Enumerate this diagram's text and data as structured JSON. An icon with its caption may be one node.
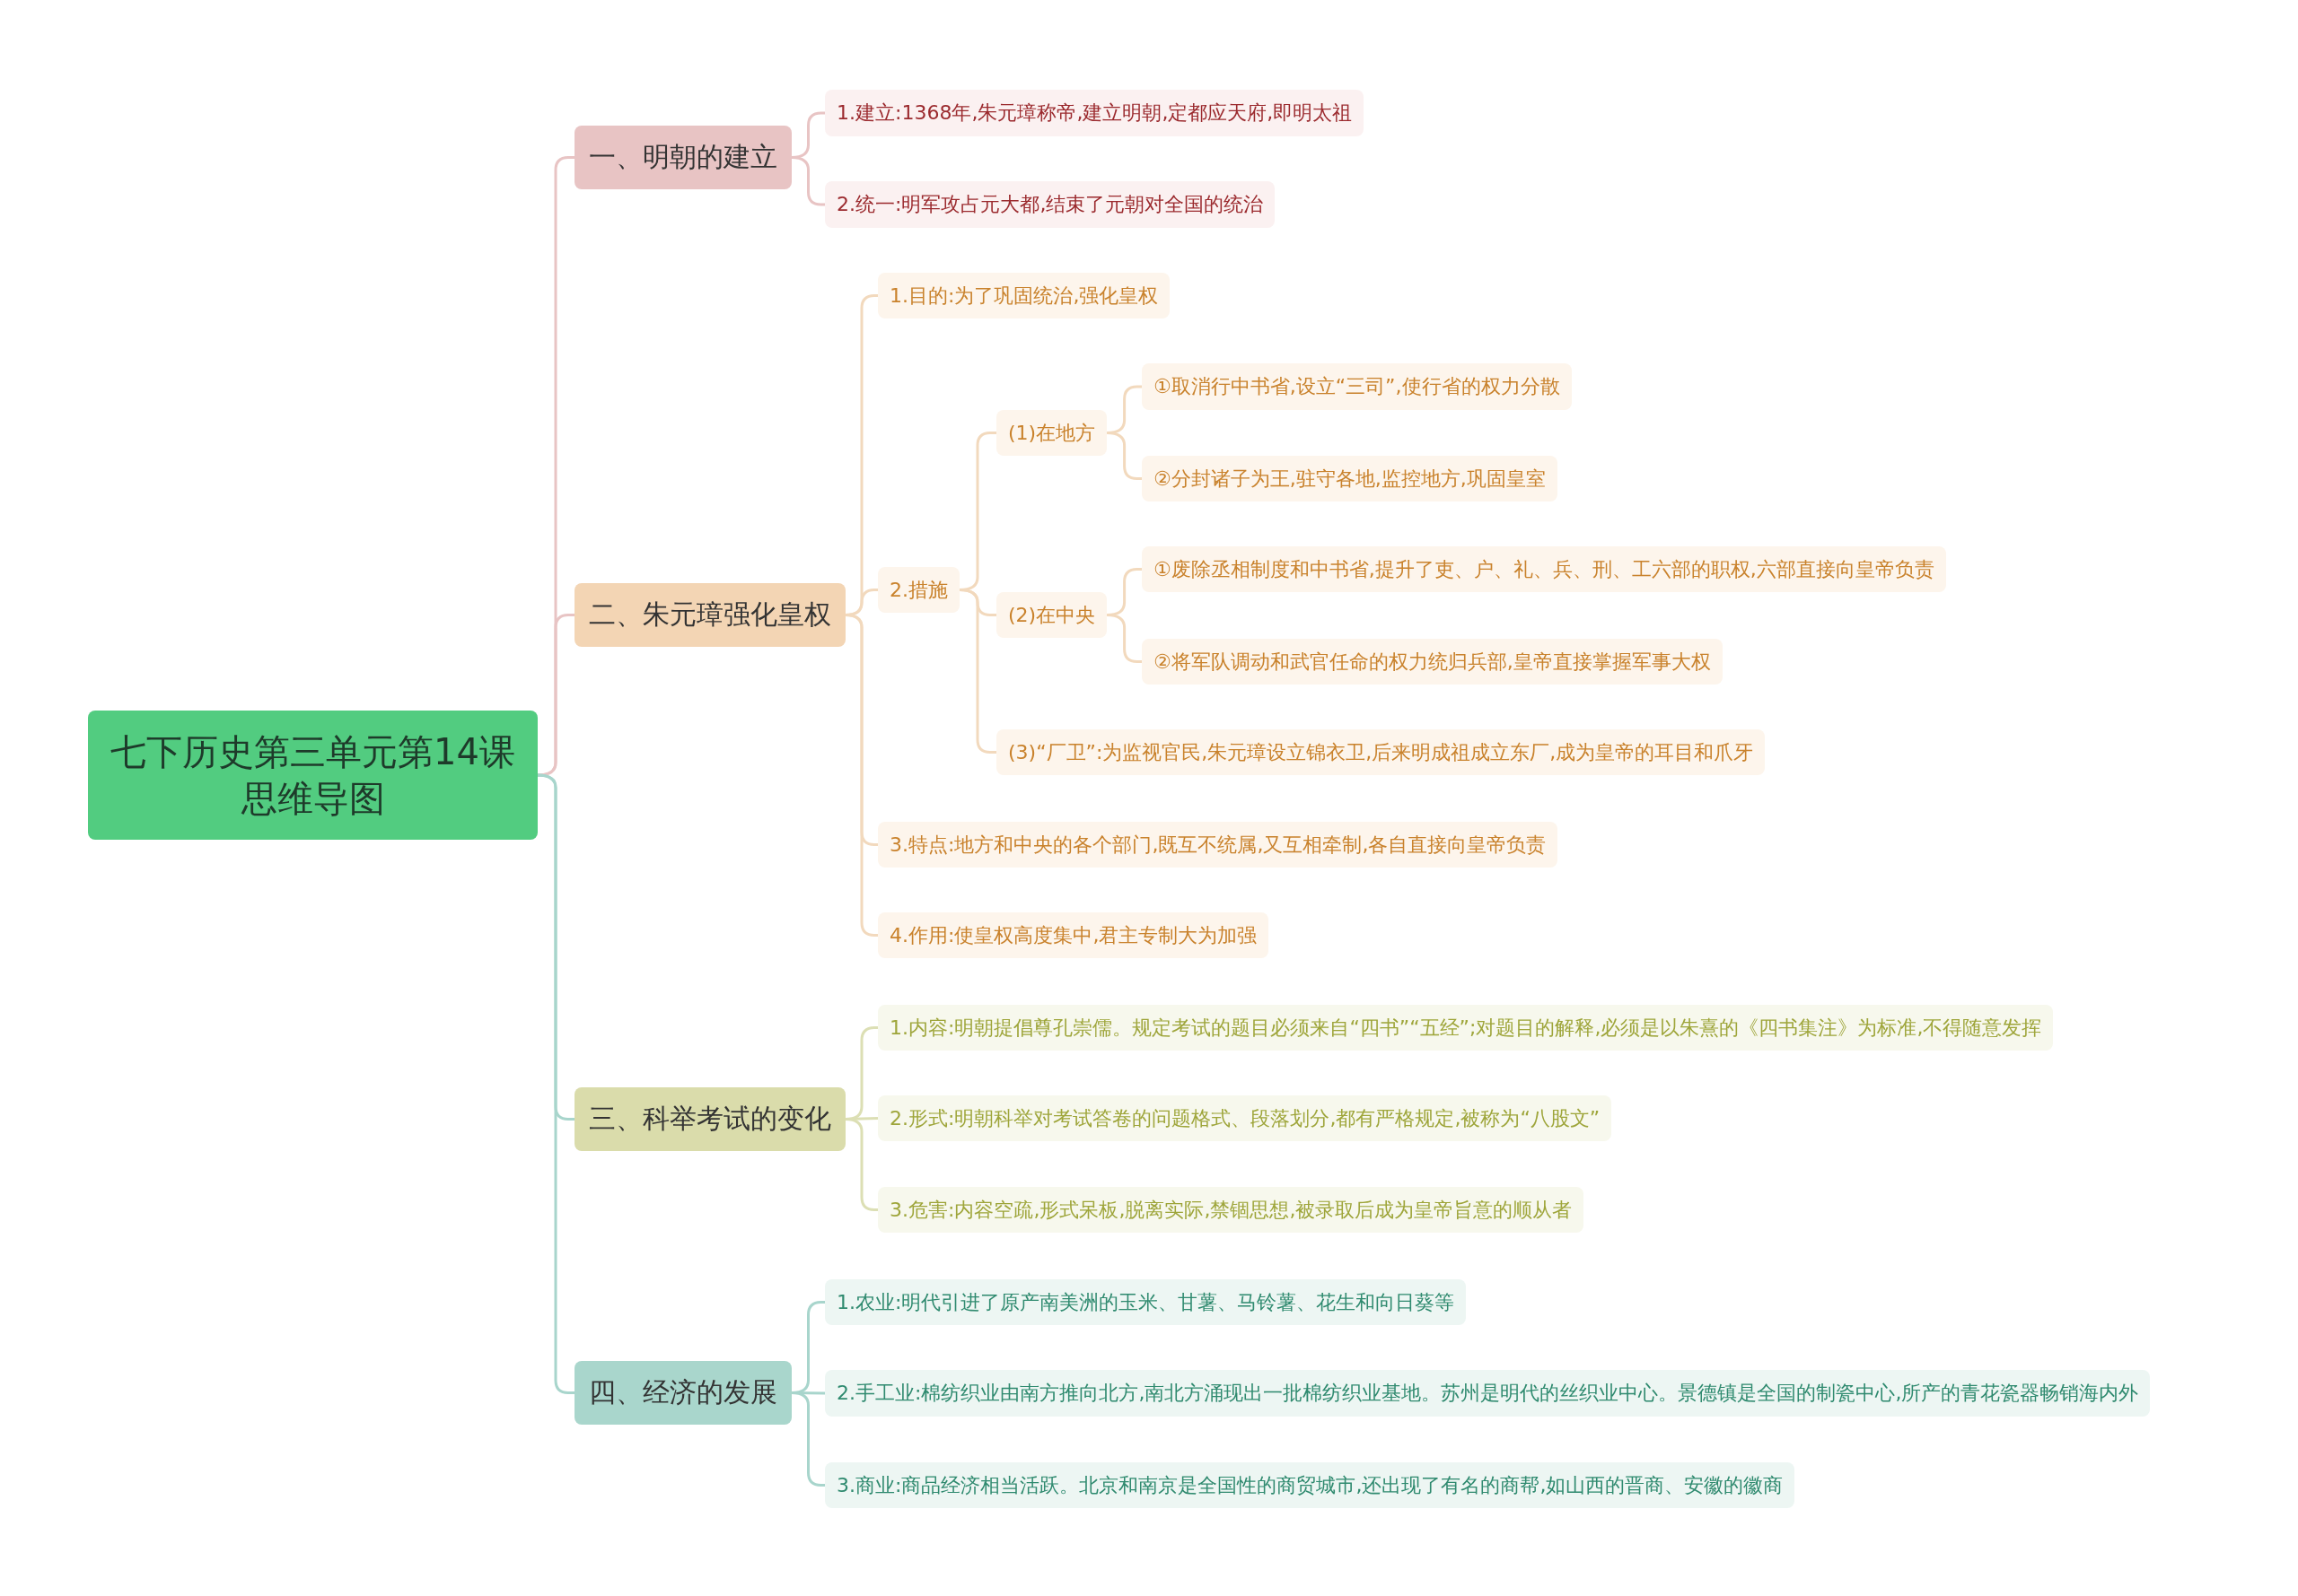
{
  "diagram": {
    "nodes": [
      {
        "text": [
          "七下历史第三单元第14课思维导图"
        ]
      },
      {
        "text": [
          "一、明朝的建立"
        ]
      },
      {
        "text": [
          "1.建立:1368年,朱元璋称帝,建立明朝,定都应天府,即明太祖"
        ]
      },
      {
        "text": [
          "2.统一:明军攻占元大都,结束了元朝对全国的统治"
        ]
      },
      {
        "text": [
          "二、朱元璋强化皇权"
        ]
      },
      {
        "text": [
          "1.目的:为了巩固统治,强化皇权"
        ]
      },
      {
        "text": [
          "2.措施"
        ]
      },
      {
        "text": [
          "(1)在地方"
        ]
      },
      {
        "text": [
          "①取消行中书省,设立“三司”,使行省的权力分散"
        ]
      },
      {
        "text": [
          "②分封诸子为王,驻守各地,监控地方,巩固皇室"
        ]
      },
      {
        "text": [
          "(2)在中央"
        ]
      },
      {
        "text": [
          "①废除丞相制度和中书省,提升了吏、户、礼、兵、刑、工六部的职权,六部直接向皇帝负责"
        ]
      },
      {
        "text": [
          "②将军队调动和武官任命的权力统归兵部,皇帝直接掌握军事大权"
        ]
      },
      {
        "text": [
          "(3)“厂卫”:为监视官民,朱元璋设立锦衣卫,后来明成祖成立东厂,成为皇帝的耳目和爪牙"
        ]
      },
      {
        "text": [
          "3.特点:地方和中央的各个部门,既互不统属,又互相牵制,各自直接向皇帝负责"
        ]
      },
      {
        "text": [
          "4.作用:使皇权高度集中,君主专制大为加强"
        ]
      },
      {
        "text": [
          "三、科举考试的变化"
        ]
      },
      {
        "text": [
          "1.内容:明朝提倡尊孔崇儒。规定考试的题目必须来自“四书”“五经”;对题目的解释,必须是以朱熹的《四书集注》为标准,不得随意发挥"
        ]
      },
      {
        "text": [
          "2.形式:明朝科举对考试答卷的问题格式、段落划分,都有严格规定,被称为“八股文”"
        ]
      },
      {
        "text": [
          "3.危害:内容空疏,形式呆板,脱离实际,禁锢思想,被录取后成为皇帝旨意的顺从者"
        ]
      },
      {
        "text": [
          "四、经济的发展"
        ]
      },
      {
        "text": [
          "1.农业:明代引进了原产南美洲的玉米、甘薯、马铃薯、花生和向日葵等"
        ]
      },
      {
        "text": [
          "2.手工业:棉纺织业由南方推向北方,南北方涌现出一批棉纺织业基地。苏州是明代的丝织业中心。景德镇是全国的制瓷中心,所产的青花瓷器畅销海内外"
        ]
      },
      {
        "text": [
          "3.商业:商品经济相当活跃。北京和南京是全国性的商贸城市,还出现了有名的商帮,如山西的晋商、安徽的徽商"
        ]
      }
    ],
    "edges": [
      {
        "from": 0,
        "to": 1,
        "arrow": "none",
        "color": "#e8c4c4"
      },
      {
        "from": 1,
        "to": 2,
        "arrow": "none",
        "color": "#e8c4c4"
      },
      {
        "from": 1,
        "to": 3,
        "arrow": "none",
        "color": "#e8c4c4"
      },
      {
        "from": 0,
        "to": 4,
        "arrow": "none",
        "color": "#e8c4c4"
      },
      {
        "from": 4,
        "to": 5,
        "arrow": "none",
        "color": "#f2d9bd"
      },
      {
        "from": 4,
        "to": 6,
        "arrow": "none",
        "color": "#f2d9bd"
      },
      {
        "from": 6,
        "to": 7,
        "arrow": "none",
        "color": "#f2d9bd"
      },
      {
        "from": 7,
        "to": 8,
        "arrow": "none",
        "color": "#f2d9bd"
      },
      {
        "from": 7,
        "to": 9,
        "arrow": "none",
        "color": "#f2d9bd"
      },
      {
        "from": 6,
        "to": 10,
        "arrow": "none",
        "color": "#f2d9bd"
      },
      {
        "from": 10,
        "to": 11,
        "arrow": "none",
        "color": "#f2d9bd"
      },
      {
        "from": 10,
        "to": 12,
        "arrow": "none",
        "color": "#f2d9bd"
      },
      {
        "from": 6,
        "to": 13,
        "arrow": "none",
        "color": "#f2d9bd"
      },
      {
        "from": 4,
        "to": 14,
        "arrow": "none",
        "color": "#f2d9bd"
      },
      {
        "from": 4,
        "to": 15,
        "arrow": "none",
        "color": "#f2d9bd"
      },
      {
        "from": 0,
        "to": 16,
        "arrow": "none",
        "color": "#a8d5cc"
      },
      {
        "from": 16,
        "to": 17,
        "arrow": "none",
        "color": "#dcdfb4"
      },
      {
        "from": 16,
        "to": 18,
        "arrow": "none",
        "color": "#dcdfb4"
      },
      {
        "from": 16,
        "to": 19,
        "arrow": "none",
        "color": "#dcdfb4"
      },
      {
        "from": 0,
        "to": 20,
        "arrow": "none",
        "color": "#a8d5cc"
      },
      {
        "from": 20,
        "to": 21,
        "arrow": "none",
        "color": "#a8d5cc"
      },
      {
        "from": 20,
        "to": 22,
        "arrow": "none",
        "color": "#a8d5cc"
      },
      {
        "from": 20,
        "to": 23,
        "arrow": "none",
        "color": "#a8d5cc"
      }
    ]
  }
}
